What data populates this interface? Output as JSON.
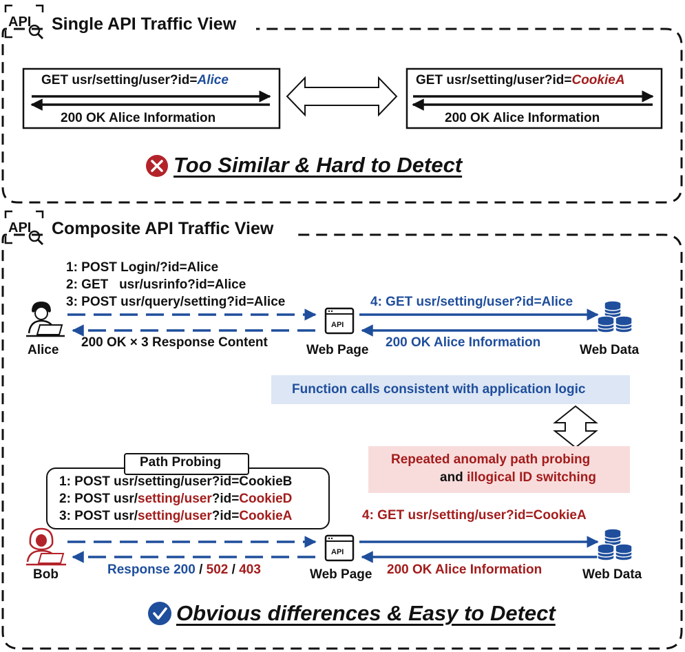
{
  "single_view": {
    "title": "Single API Traffic View",
    "left": {
      "request_prefix": "GET usr/setting/user?id=",
      "request_id": "Alice",
      "response": "200 OK Alice Information"
    },
    "right": {
      "request_prefix": "GET usr/setting/user?id=",
      "request_id": "CookieA",
      "response": "200 OK Alice Information"
    },
    "verdict": "Too Similar & Hard to Detect"
  },
  "composite_view": {
    "title": "Composite API Traffic View",
    "alice": {
      "label": "Alice",
      "requests": [
        "1: POST Login/?id=Alice",
        "2: GET   usr/usrinfo?id=Alice",
        "3: POST usr/query/setting?id=Alice"
      ],
      "response": "200 OK × 3 Response Content",
      "web_page": "Web Page",
      "backend_request": "4: GET usr/setting/user?id=Alice",
      "backend_response": "200 OK Alice Information",
      "web_data": "Web Data"
    },
    "normal_note": "Function calls consistent with application logic",
    "anomaly_note": {
      "line1": "Repeated anomaly path probing",
      "line2_plain": "and ",
      "line2_red": "illogical ID switching"
    },
    "bob": {
      "label": "Bob",
      "probing_title": "Path Probing",
      "probes": [
        {
          "prefix": "1: POST usr/setting/user?id=CookieB",
          "path": "",
          "mid": "",
          "id": ""
        },
        {
          "prefix": "2: POST usr/",
          "path": "setting/user",
          "mid": "?id=",
          "id": "CookieD"
        },
        {
          "prefix": "3: POST usr/",
          "path": "setting/user",
          "mid": "?id=",
          "id": "CookieA"
        }
      ],
      "response_prefix": "Response ",
      "code1": "200",
      "sep1": " / ",
      "code2": "502",
      "sep2": " / ",
      "code3": "403",
      "web_page": "Web Page",
      "backend_request": "4: GET usr/setting/user?id=CookieA",
      "backend_response": "200 OK Alice Information",
      "web_data": "Web Data"
    },
    "verdict": "Obvious differences & Easy to Detect"
  },
  "colors": {
    "blue": "#1f4e9c",
    "red": "#a31c1c",
    "note_blue_bg": "#dce6f4",
    "note_red_bg": "#f8dcdc"
  },
  "icons": [
    "api-search-icon",
    "api-web-page-icon",
    "database-icon",
    "user-laptop-icon",
    "hacker-laptop-icon",
    "cross-icon",
    "check-icon"
  ]
}
